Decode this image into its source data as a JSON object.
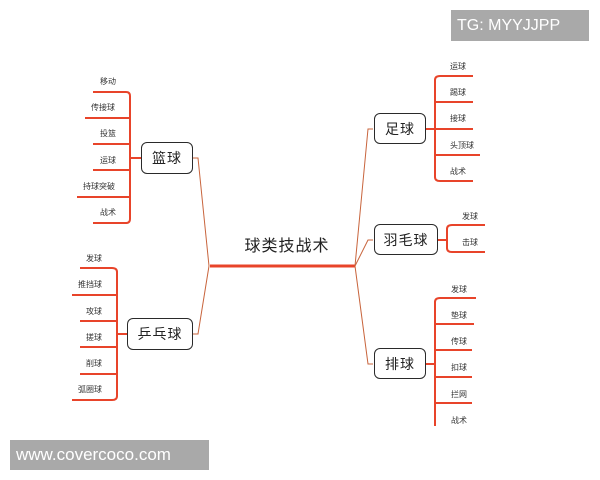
{
  "root": {
    "label": "球类技战术"
  },
  "branches": {
    "basketball": {
      "label": "篮球",
      "leaves": [
        "移动",
        "传接球",
        "投篮",
        "运球",
        "持球突破",
        "战术"
      ]
    },
    "table_tennis": {
      "label": "乒乓球",
      "leaves": [
        "发球",
        "推挡球",
        "攻球",
        "搓球",
        "削球",
        "弧圈球"
      ]
    },
    "football": {
      "label": "足球",
      "leaves": [
        "运球",
        "踢球",
        "接球",
        "头顶球",
        "战术"
      ]
    },
    "badminton": {
      "label": "羽毛球",
      "leaves": [
        "发球",
        "击球"
      ]
    },
    "volleyball": {
      "label": "排球",
      "leaves": [
        "发球",
        "垫球",
        "传球",
        "扣球",
        "拦网",
        "战术"
      ]
    }
  },
  "watermarks": {
    "top_right": "TG: MYYJJPP",
    "bottom_left": "www.covercoco.com"
  },
  "colors": {
    "branch_line": "#e8442a",
    "connector_line": "#c8643c",
    "node_border": "#2a2a2a",
    "watermark_bg": "#a9a9a9"
  }
}
